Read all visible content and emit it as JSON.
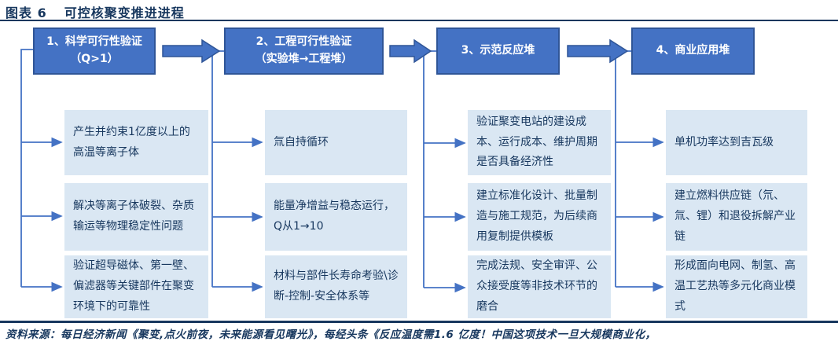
{
  "figure": {
    "label": "图表 6",
    "title": "可控核聚变推进进程"
  },
  "stages": [
    {
      "header_lines": [
        "1、科学可行性验证",
        "（Q>1）"
      ],
      "items": [
        "产生并约束1亿度以上的高温等离子体",
        "解决等离子体破裂、杂质输运等物理稳定性问题",
        "验证超导磁体、第一壁、偏滤器等关键部件在聚变环境下的可靠性"
      ]
    },
    {
      "header_lines": [
        "2、工程可行性验证",
        "（实验堆→工程堆）"
      ],
      "items": [
        "氚自持循环",
        "能量净增益与稳态运行，Q从1→10",
        "材料与部件长寿命考验\\诊断-控制-安全体系等"
      ]
    },
    {
      "header_lines": [
        "3、示范反应堆",
        ""
      ],
      "items": [
        "验证聚变电站的建设成本、运行成本、维护周期是否具备经济性",
        "建立标准化设计、批量制造与施工规范，为后续商用复制提供模板",
        "完成法规、安全审评、公众接受度等非技术环节的磨合"
      ]
    },
    {
      "header_lines": [
        "4、商业应用堆",
        ""
      ],
      "items": [
        "单机功率达到吉瓦级",
        "建立燃料供应链（氘、氚、锂）和退役拆解产业链",
        "形成面向电网、制氢、高温工艺热等多元化商业模式"
      ]
    }
  ],
  "source_note": "资料来源：每日经济新闻《聚变,点火前夜，未来能源看见曙光》，每经头条《反应温度需1.6 亿度！中国这项技术一旦大规模商业化，",
  "colors": {
    "accent_blue": "#4472C4",
    "accent_blue_dark": "#2F5597",
    "light_fill": "#DAE7F3",
    "navy_text": "#17375E"
  }
}
